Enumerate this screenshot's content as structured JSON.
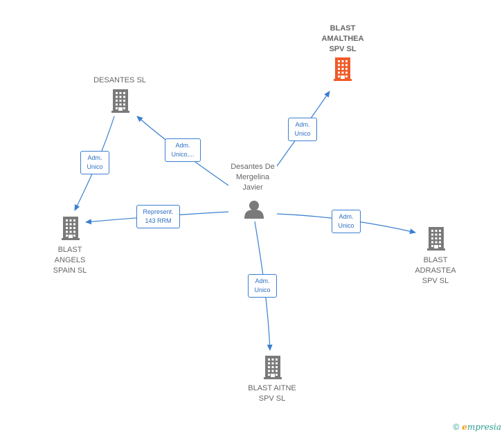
{
  "colors": {
    "edge": "#3a7fd1",
    "building": "#7a7a7a",
    "building_highlight": "#f05a28",
    "person": "#7a7a7a"
  },
  "center": {
    "label": "Desantes De\nMergelina\nJavier",
    "icon": "person-icon"
  },
  "nodes": [
    {
      "id": "desantes",
      "label": "DESANTES  SL",
      "icon": "building-icon",
      "highlight": false
    },
    {
      "id": "amalthea",
      "label": "BLAST\nAMALTHEA\nSPV  SL",
      "icon": "building-icon",
      "highlight": true
    },
    {
      "id": "angels",
      "label": "BLAST\nANGELS\nSPAIN  SL",
      "icon": "building-icon",
      "highlight": false
    },
    {
      "id": "adrastea",
      "label": "BLAST\nADRASTEA\nSPV  SL",
      "icon": "building-icon",
      "highlight": false
    },
    {
      "id": "aitne",
      "label": "BLAST AITNE\nSPV  SL",
      "icon": "building-icon",
      "highlight": false
    }
  ],
  "edges": [
    {
      "from": "center",
      "to": "desantes",
      "label": "Adm.\nUnico,..."
    },
    {
      "from": "desantes",
      "to": "angels",
      "label": "Adm.\nUnico"
    },
    {
      "from": "center",
      "to": "amalthea",
      "label": "Adm.\nUnico"
    },
    {
      "from": "center",
      "to": "angels",
      "label": "Represent.\n143 RRM"
    },
    {
      "from": "center",
      "to": "adrastea",
      "label": "Adm.\nUnico"
    },
    {
      "from": "center",
      "to": "aitne",
      "label": "Adm.\nUnico"
    }
  ],
  "footer": {
    "copyright": "©",
    "brand_initial": "e",
    "brand_rest": "mpresia"
  }
}
